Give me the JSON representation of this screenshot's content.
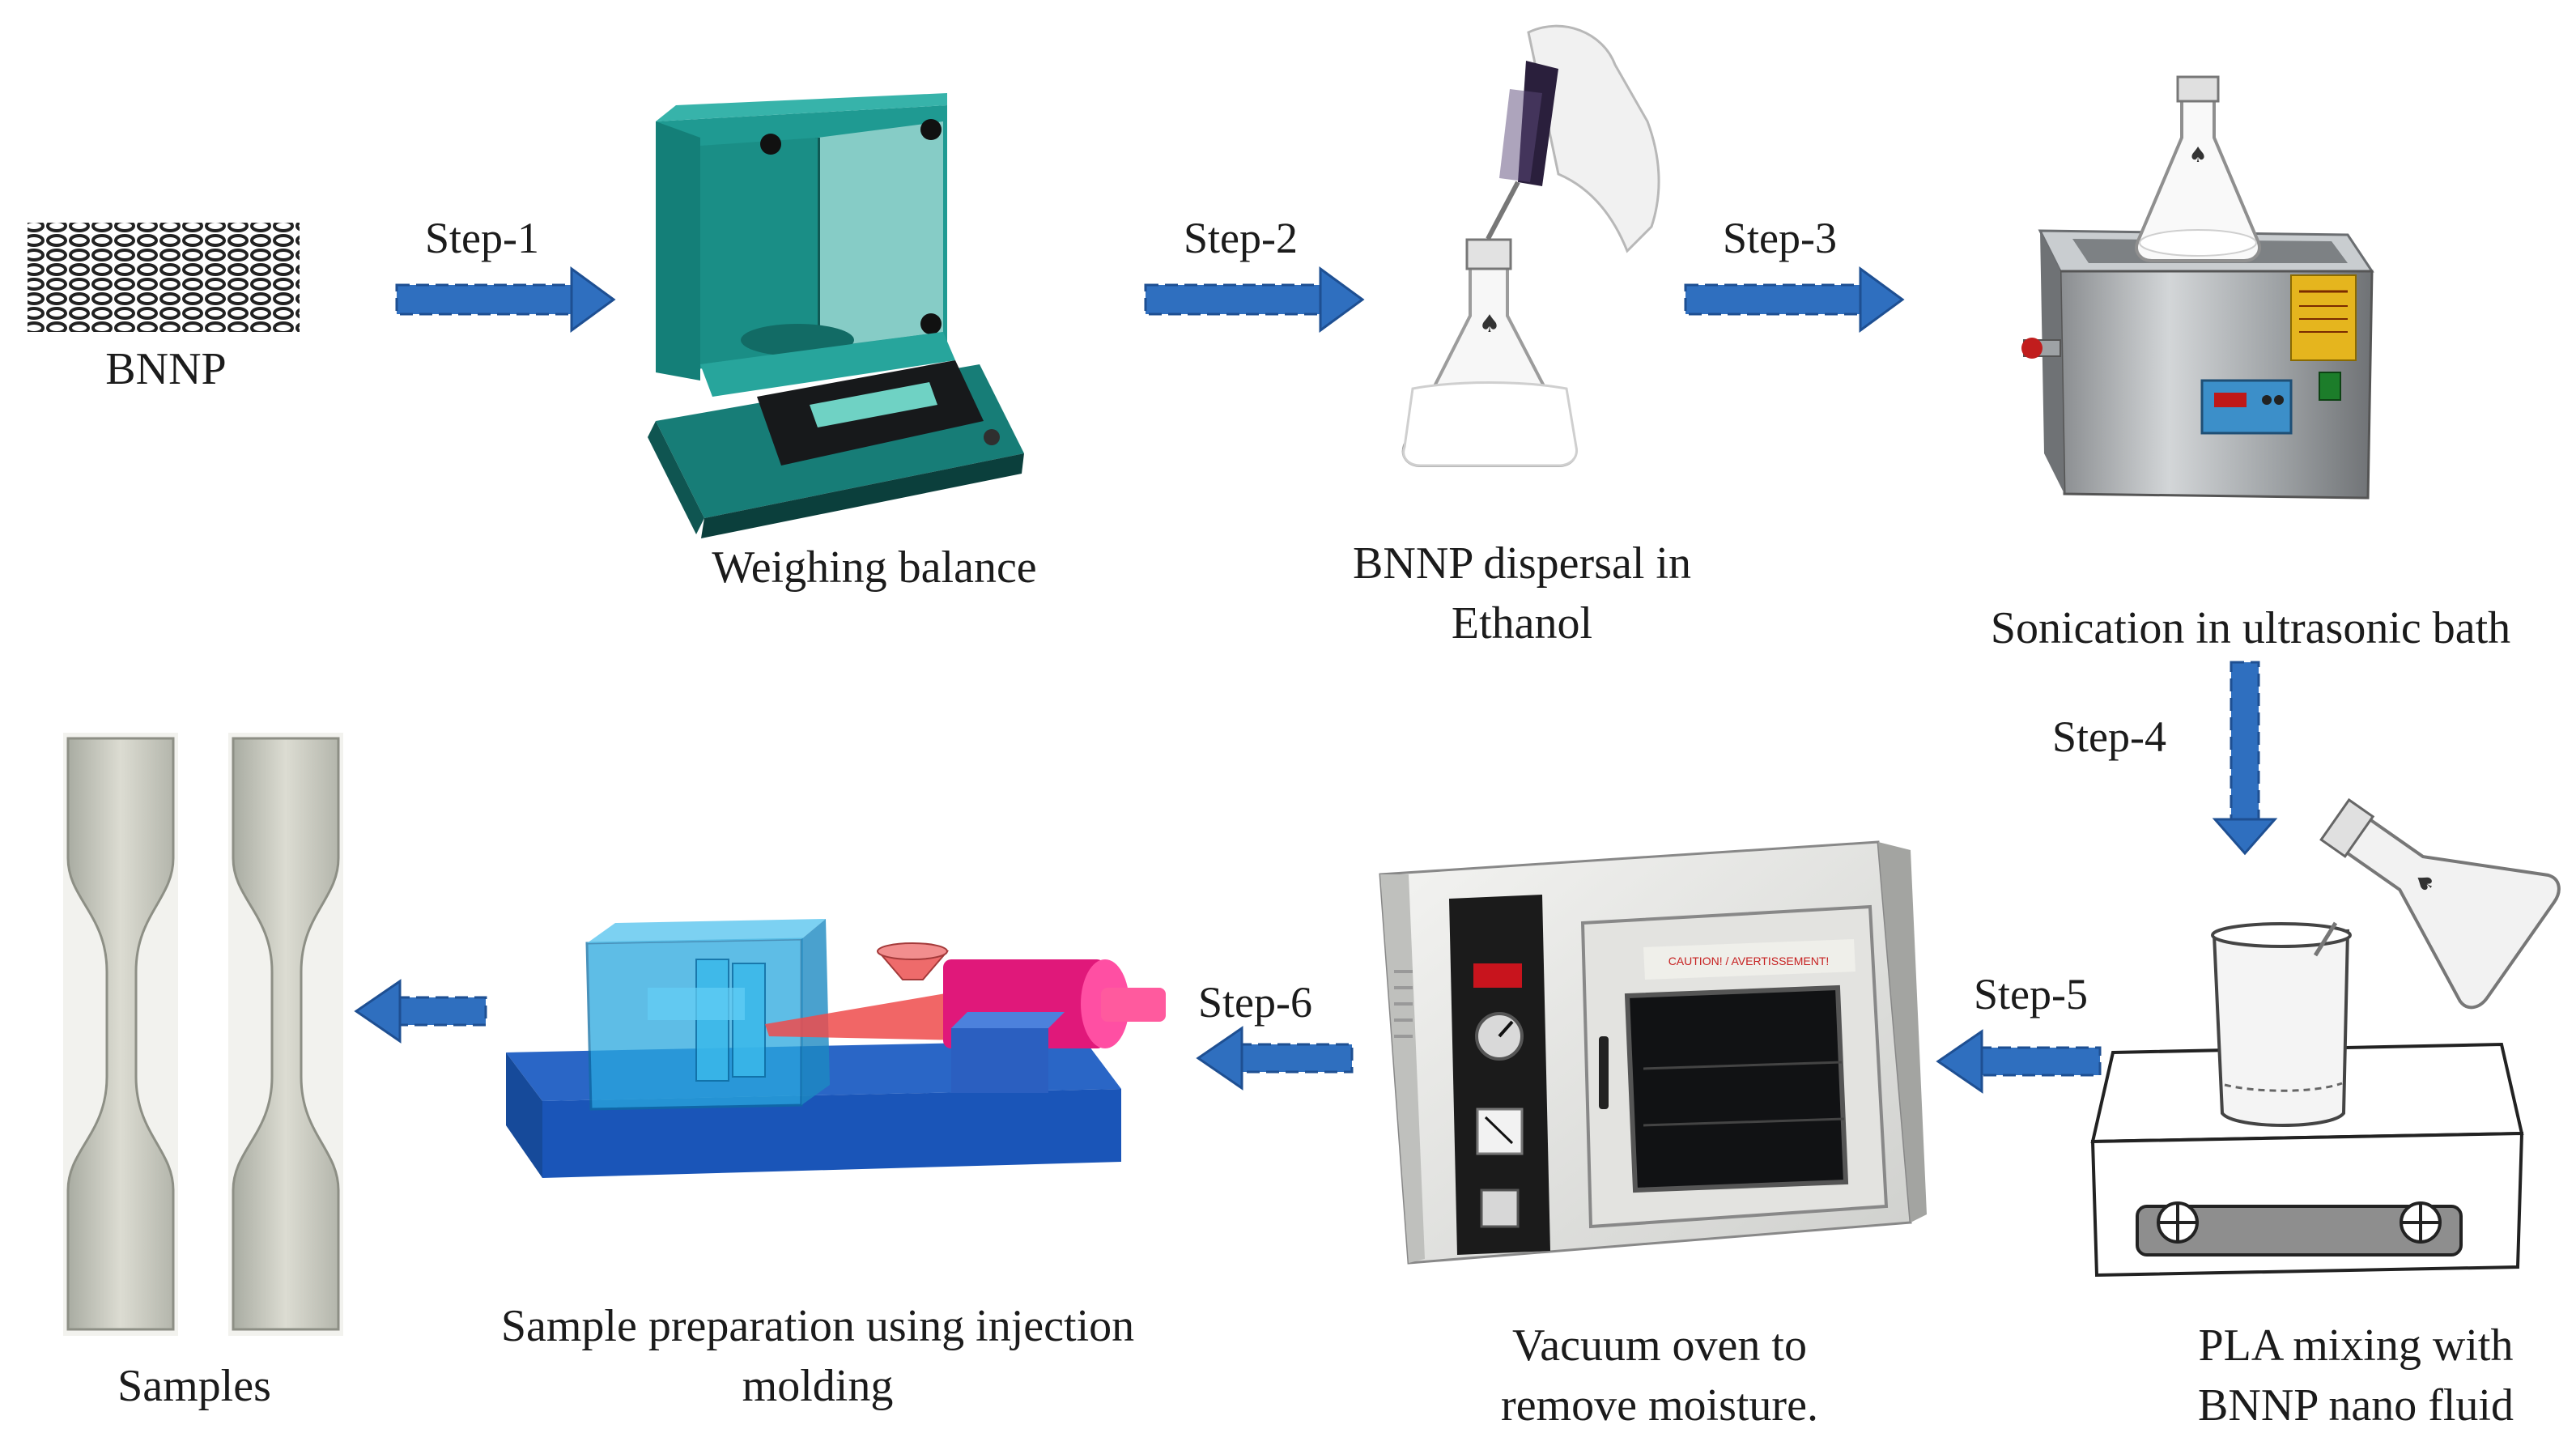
{
  "source": {
    "label": "BNNP"
  },
  "steps": [
    {
      "label": "Step-1"
    },
    {
      "label": "Step-2"
    },
    {
      "label": "Step-3"
    },
    {
      "label": "Step-4"
    },
    {
      "label": "Step-5"
    },
    {
      "label": "Step-6"
    }
  ],
  "stages": {
    "weighing": {
      "label": "Weighing balance"
    },
    "dispersal": {
      "line1": "BNNP dispersal in",
      "line2": "Ethanol"
    },
    "sonication": {
      "label": "Sonication in ultrasonic bath"
    },
    "mixing": {
      "line1": "PLA mixing with",
      "line2": "BNNP nano fluid"
    },
    "oven": {
      "line1": "Vacuum oven to",
      "line2": "remove moisture.",
      "caution_text": "CAUTION! / AVERTISSEMENT!"
    },
    "molding": {
      "line1": "Sample preparation using injection",
      "line2": "molding"
    },
    "samples": {
      "label": "Samples"
    }
  },
  "colors": {
    "arrow": "#2f6fbf",
    "balance": "#1f9a92",
    "mold_blue": "#1a5fc4",
    "mold_magenta": "#e0187a",
    "text": "#1b1b1b"
  }
}
